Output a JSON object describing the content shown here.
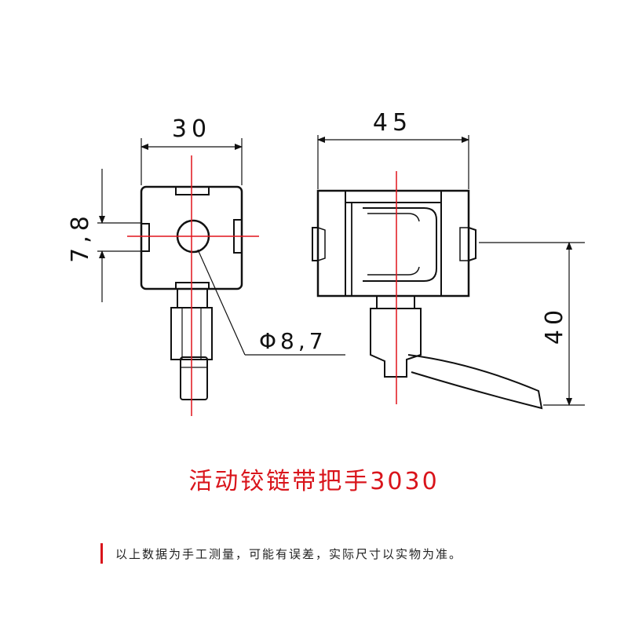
{
  "diagram": {
    "dimensions": {
      "front_width": "30",
      "side_width": "45",
      "slot_height": "7,8",
      "hole_diameter": "Φ8,7",
      "side_height": "40"
    }
  },
  "title": "活动铰链带把手3030",
  "note": "以上数据为手工测量，可能有误差，实际尺寸以实物为准。",
  "colors": {
    "accent": "#d9141b",
    "line": "#111111",
    "center_line": "#e0141c"
  }
}
